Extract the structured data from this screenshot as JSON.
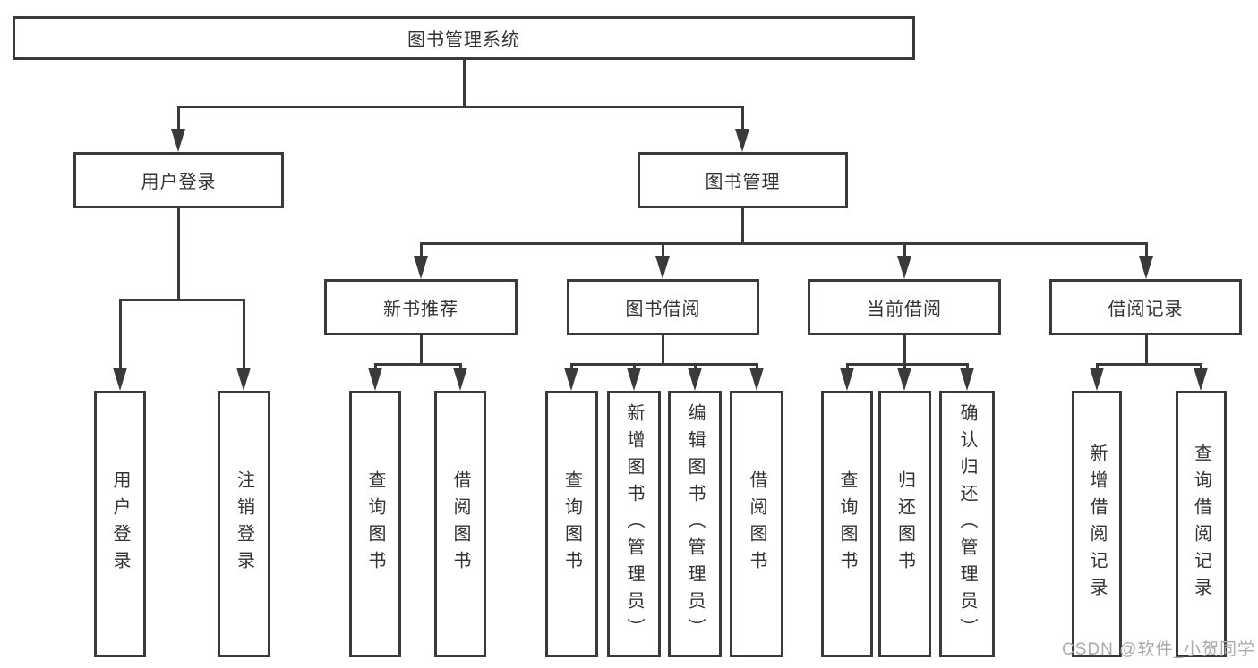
{
  "page": {
    "background": "#ffffff",
    "line_color": "#3a3a3a",
    "text_color": "#333333"
  },
  "tree": {
    "root": {
      "label": "图书管理系统"
    },
    "branches": [
      {
        "label": "用户登录",
        "children": [
          {
            "label": "用户登录"
          },
          {
            "label": "注销登录"
          }
        ]
      },
      {
        "label": "图书管理",
        "children": [
          {
            "label": "新书推荐",
            "children": [
              {
                "label": "查询图书"
              },
              {
                "label": "借阅图书"
              }
            ]
          },
          {
            "label": "图书借阅",
            "children": [
              {
                "label": "查询图书"
              },
              {
                "label": "新增图书（管理员）"
              },
              {
                "label": "编辑图书（管理员）"
              },
              {
                "label": "借阅图书"
              }
            ]
          },
          {
            "label": "当前借阅",
            "children": [
              {
                "label": "查询图书"
              },
              {
                "label": "归还图书"
              },
              {
                "label": "确认归还（管理员）"
              }
            ]
          },
          {
            "label": "借阅记录",
            "children": [
              {
                "label": "新增借阅记录"
              },
              {
                "label": "查询借阅记录"
              }
            ]
          }
        ]
      }
    ]
  },
  "watermark": {
    "text": "CSDN @软件_小贺同学",
    "color": "#aaaaaa"
  }
}
